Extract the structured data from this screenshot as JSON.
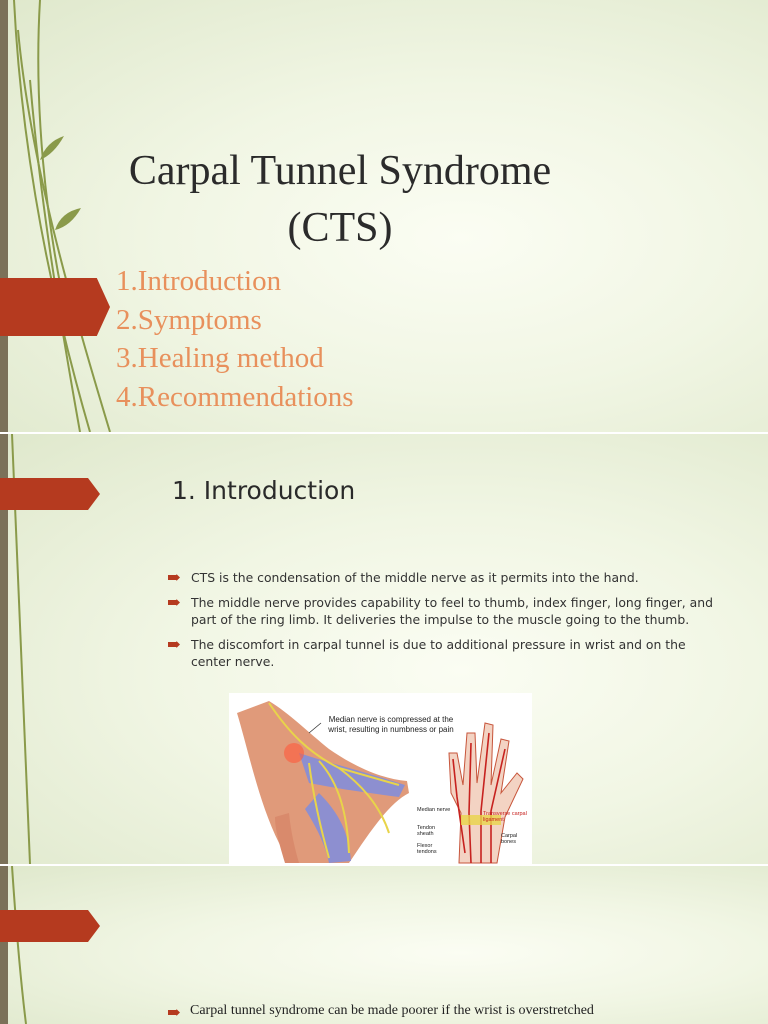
{
  "slides": {
    "title_slide": {
      "title_line1": "Carpal Tunnel Syndrome",
      "title_line2": "(CTS)",
      "toc": [
        "1.Introduction",
        "2.Symptoms",
        "3.Healing method",
        "4.Recommendations"
      ]
    },
    "intro_slide": {
      "heading": "1. Introduction",
      "bullets": [
        "CTS  is the condensation of the middle nerve as it permits into the hand.",
        "The middle nerve provides capability to feel to thumb, index finger, long finger, and part of the ring limb. It deliveries the impulse to the muscle going to the thumb.",
        "The discomfort in carpal tunnel is due to additional pressure in wrist and on the center nerve."
      ],
      "figure": {
        "callout": "Median nerve is compressed at the wrist, resulting in numbness or pain",
        "labels": {
          "median_nerve": "Median nerve",
          "tendon_sheath": "Tendon sheath",
          "flexor_tendons": "Flexor tendons",
          "transverse_ligament": "Transverse carpal ligament",
          "carpal_bones": "Carpal bones"
        }
      }
    },
    "third_slide": {
      "bullet": "Carpal tunnel syndrome can be made poorer if the wrist is overstretched"
    }
  },
  "colors": {
    "accent": "#b53a1f",
    "toc_text": "#e8905c",
    "background": "#f1f6e4",
    "left_rule": "#7b7159"
  },
  "icons": {
    "section_marker": "red-arrow-tab",
    "bullet": "red-arrow-bullet",
    "decoration": "vine-lines"
  }
}
